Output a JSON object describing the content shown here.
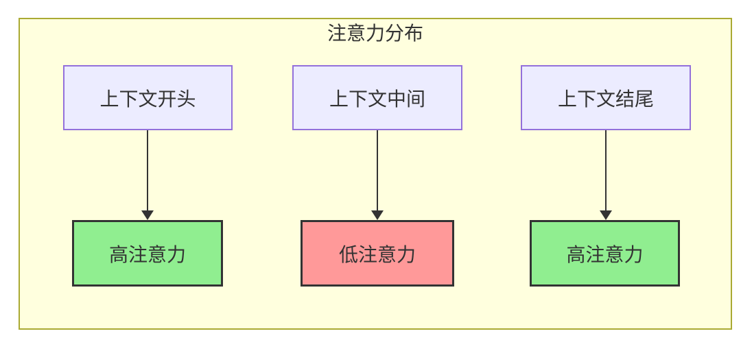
{
  "diagram": {
    "title": "注意力分布",
    "columns": [
      {
        "source": {
          "label": "上下文开头"
        },
        "target": {
          "label": "高注意力",
          "level": "high"
        }
      },
      {
        "source": {
          "label": "上下文中间"
        },
        "target": {
          "label": "低注意力",
          "level": "low"
        }
      },
      {
        "source": {
          "label": "上下文结尾"
        },
        "target": {
          "label": "高注意力",
          "level": "high"
        }
      }
    ],
    "edges": [
      {
        "from": "上下文开头",
        "to": "高注意力"
      },
      {
        "from": "上下文中间",
        "to": "低注意力"
      },
      {
        "from": "上下文结尾",
        "to": "高注意力"
      }
    ],
    "colors": {
      "frame_fill": "#ffffde",
      "frame_stroke": "#aaaa33",
      "source_fill": "#ececff",
      "source_stroke": "#9370db",
      "high_attention_fill": "#90ee90",
      "low_attention_fill": "#ff9999",
      "target_stroke": "#333333",
      "arrow": "#333333",
      "text": "#333333"
    }
  }
}
